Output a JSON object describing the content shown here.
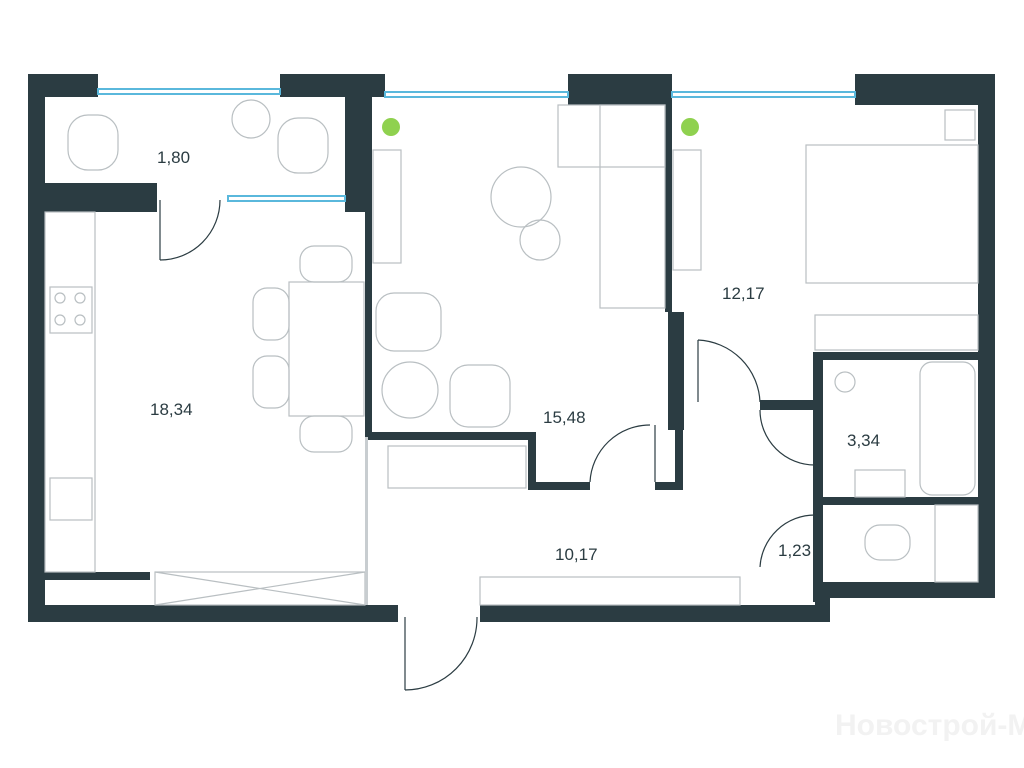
{
  "rooms": [
    {
      "name": "balcony",
      "area": "1,80"
    },
    {
      "name": "kitchen",
      "area": "18,34"
    },
    {
      "name": "living-room",
      "area": "15,48"
    },
    {
      "name": "bedroom",
      "area": "12,17"
    },
    {
      "name": "hallway",
      "area": "10,17"
    },
    {
      "name": "bathroom",
      "area": "3,34"
    },
    {
      "name": "toilet",
      "area": "1,23"
    }
  ],
  "watermark": "Новострой-М",
  "colors": {
    "wall": "#2b3c42",
    "window": "#5ab8dc",
    "plant": "#8fd14f"
  }
}
